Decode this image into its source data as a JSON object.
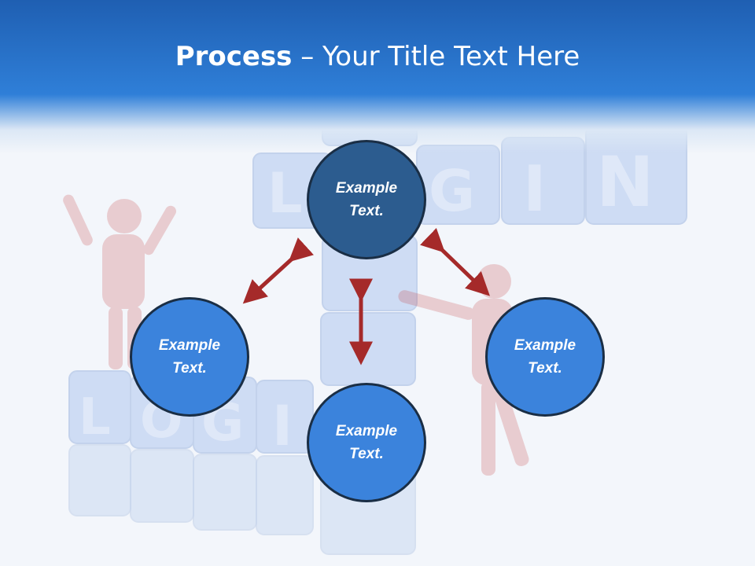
{
  "slide": {
    "title_bold": "Process",
    "title_rest": " – Your Title Text Here"
  },
  "nodes": {
    "center": "Example Text.",
    "left": "Example Text.",
    "right": "Example Text.",
    "bottom": "Example Text."
  },
  "background": {
    "cube_word_top": "LOGIN",
    "cube_word_bottom": "LOGI"
  },
  "colors": {
    "header_blue": "#2f7fd8",
    "center_node": "#2c5c8f",
    "outer_node": "#3b83dc",
    "arrow": "#a52a2a"
  }
}
